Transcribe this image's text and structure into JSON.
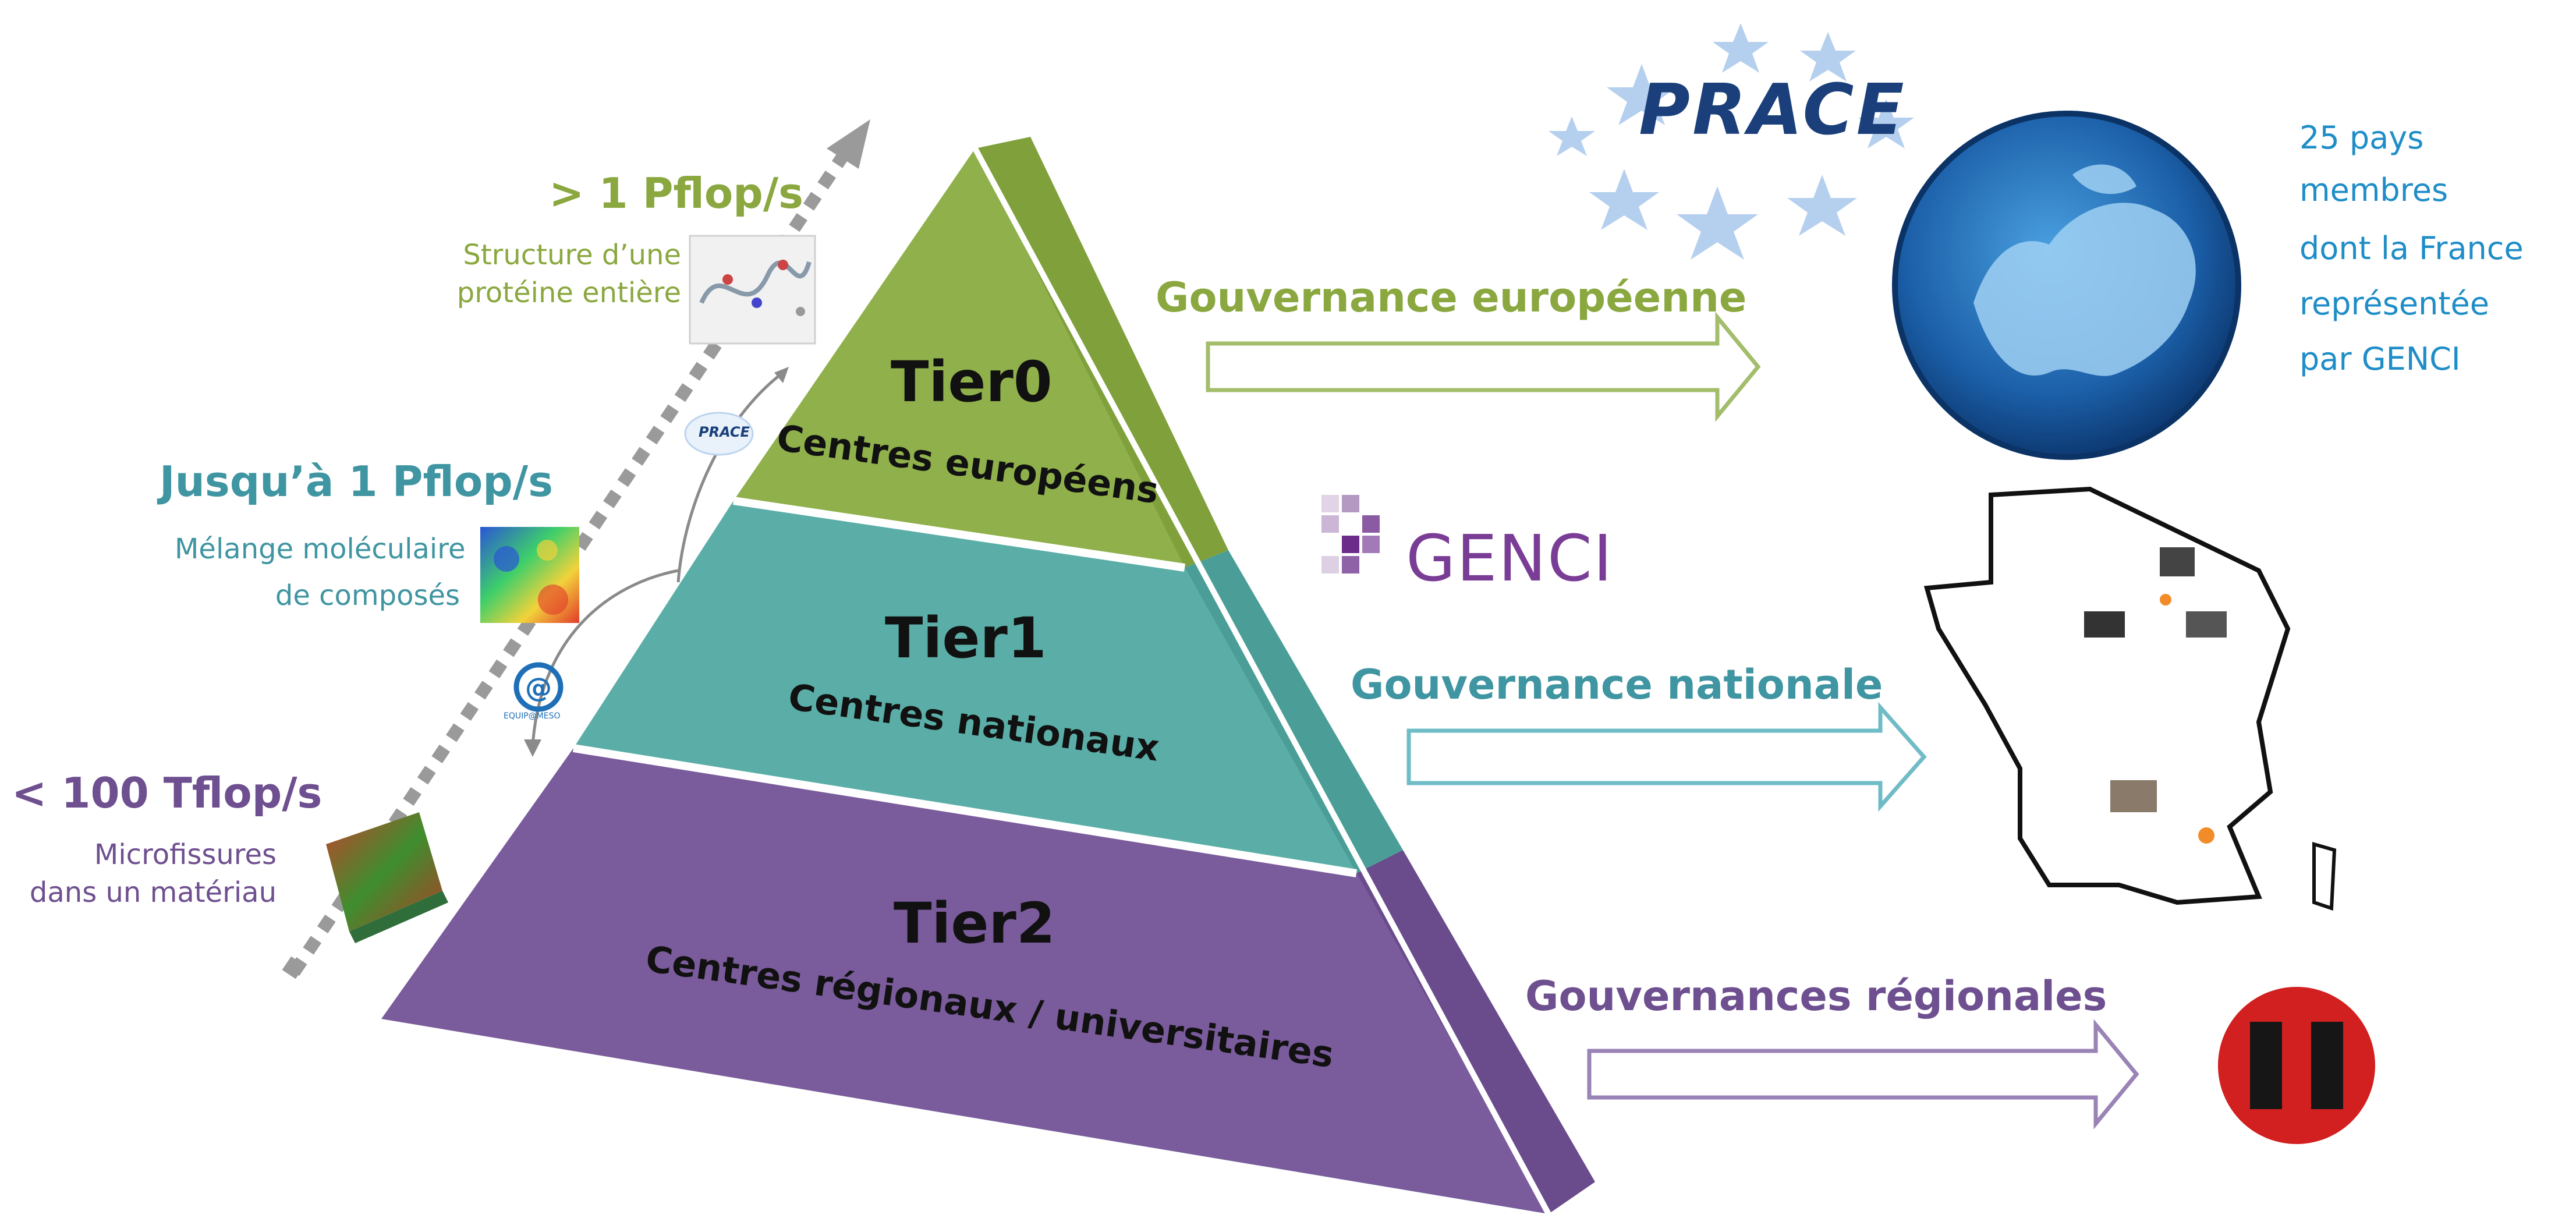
{
  "pyramid": {
    "tier0": {
      "title": "Tier0",
      "subtitle": "Centres européens"
    },
    "tier1": {
      "title": "Tier1",
      "subtitle": "Centres nationaux"
    },
    "tier2": {
      "title": "Tier2",
      "subtitle": "Centres régionaux / universitaires"
    }
  },
  "performance": {
    "top": {
      "value": "> 1 Pflop/s",
      "desc1": "Structure d’une",
      "desc2": "protéine entière"
    },
    "mid": {
      "value": "Jusqu’à 1 Pflop/s",
      "desc1": "Mélange moléculaire",
      "desc2": "de composés"
    },
    "low": {
      "value": "< 100 Tflop/s",
      "desc1": "Microfissures",
      "desc2": "dans un matériau"
    }
  },
  "governance": {
    "european": "Gouvernance européenne",
    "national": "Gouvernance nationale",
    "regional": "Gouvernances régionales"
  },
  "logos": {
    "prace": "PRACE",
    "prace_small": "PRACE",
    "genci": "GENCI",
    "equip": "EQUIP@MESO"
  },
  "members": {
    "line1": "25 pays",
    "line2": "membres",
    "line3": "dont la France",
    "line4": "représentée",
    "line5": "par GENCI"
  },
  "colors": {
    "tier0": "#8fb04b",
    "tier1": "#5aaea7",
    "tier2": "#7a5b9b",
    "accent_blue": "#1f8dc7",
    "stop_red": "#d21f1f"
  },
  "icons": [
    "dotted-arrow-icon",
    "protein-icon",
    "molecule-icon",
    "material-icon",
    "europe-globe-icon",
    "france-map-icon",
    "stop-icon"
  ]
}
